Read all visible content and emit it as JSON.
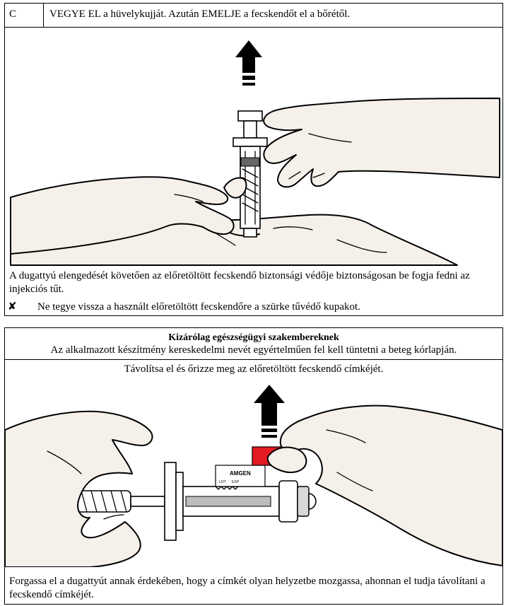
{
  "step_c": {
    "letter": "C",
    "instruction": "VEGYE EL a hüvelykujját. Azután EMELJE a fecskendőt el a bőrétől.",
    "description": "A dugattyú elengedését követően az előretöltött fecskendő biztonsági védője biztonságosan be fogja fedni az injekciós tűt.",
    "warning_icon": "x-mark-icon",
    "warning": "Ne tegye vissza a használt előretöltött fecskendőre a szürke tűvédő kupakot."
  },
  "professionals": {
    "title": "Kizárólag egészségügyi szakembereknek",
    "subtitle": "Az alkalmazott készítmény kereskedelmi nevét egyértelműen fel kell tüntetni a beteg kórlapján.",
    "instruction": "Távolítsa el és őrizze meg az előretöltött fecskendő címkéjét.",
    "description": "Forgassa el a dugattyút annak érdekében, hogy a címkét olyan helyzetbe mozgassa, ahonnan el tudja távolítani a fecskendő címkéjét.",
    "label_brand": "AMGEN",
    "label_lot": "LOT",
    "label_exp": "EXP",
    "label_color": "#e31b23"
  }
}
